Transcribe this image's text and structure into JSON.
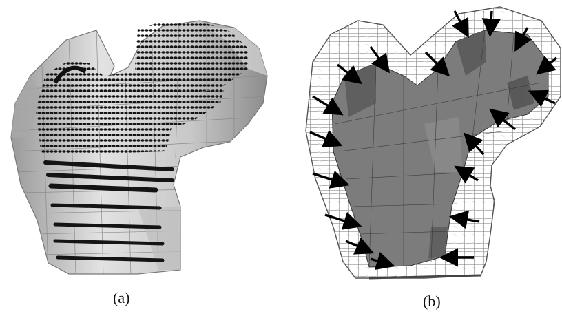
{
  "figure": {
    "panels": [
      {
        "id": "a",
        "caption": "(a)"
      },
      {
        "id": "b",
        "caption": "(b)"
      }
    ],
    "colors": {
      "surface_light": "#d9d9d9",
      "surface_mid": "#b9b9b9",
      "surface_dark": "#7a7a7a",
      "marker_black": "#141414",
      "wire": "#5a5a5a",
      "arrow": "#000000"
    }
  }
}
